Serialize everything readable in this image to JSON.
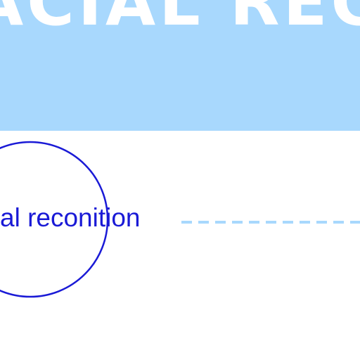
{
  "banner": {
    "title": "ACIAL REC",
    "background_color": "#a8d8fd",
    "text_color": "#ffffff"
  },
  "node": {
    "label": "al reconition",
    "color": "#1a1ad6"
  },
  "connector": {
    "style": "dashed",
    "color": "#a8d8fd"
  }
}
